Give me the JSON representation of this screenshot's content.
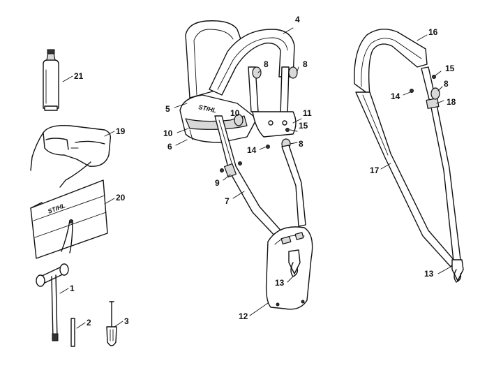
{
  "brand": "STIHL",
  "labels": {
    "p1": "1",
    "p2": "2",
    "p3": "3",
    "p4": "4",
    "p5": "5",
    "p6": "6",
    "p7": "7",
    "p8a": "8",
    "p8b": "8",
    "p8c": "8",
    "p8d": "8",
    "p9": "9",
    "p10a": "10",
    "p10b": "10",
    "p11": "11",
    "p12": "12",
    "p13a": "13",
    "p13b": "13",
    "p14a": "14",
    "p14b": "14",
    "p15a": "15",
    "p15b": "15",
    "p16": "16",
    "p17": "17",
    "p18": "18",
    "p19": "19",
    "p20": "20",
    "p21": "21"
  }
}
